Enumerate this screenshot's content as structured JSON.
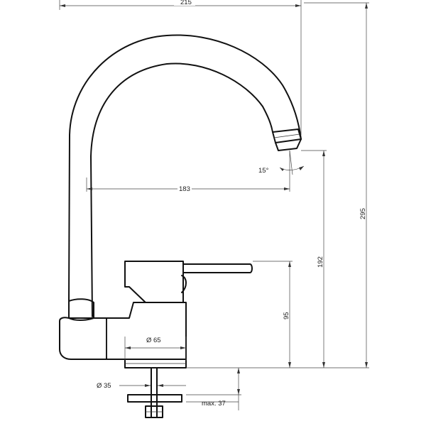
{
  "dimensions": {
    "width_total": "215",
    "reach": "183",
    "height_total": "295",
    "outlet_height": "192",
    "body_height": "95",
    "body_diameter": "Ø 65",
    "shank_diameter": "Ø 35",
    "max_mount_thickness": "max. 37",
    "outlet_angle": "15°"
  },
  "colors": {
    "outline": "#111111",
    "dimension_line": "#444444"
  }
}
